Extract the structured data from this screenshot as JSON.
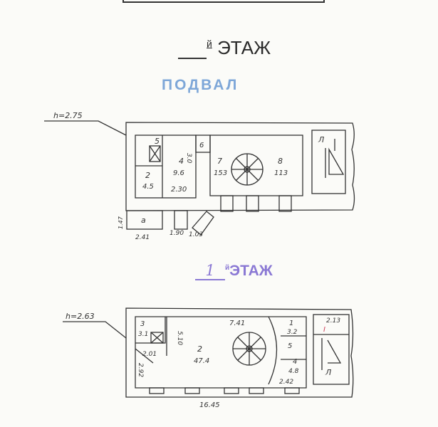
{
  "header": {
    "floor_blank_suffix": "й",
    "floor_word": "ЭТАЖ"
  },
  "basement": {
    "stamp": "ПОДВАЛ",
    "height_label": "h=2.75",
    "rooms": [
      {
        "number": "2",
        "area": "4.5"
      },
      {
        "number": "4",
        "area": "9.6"
      },
      {
        "number": "5"
      },
      {
        "number": "6"
      },
      {
        "number": "7",
        "area": "153"
      },
      {
        "number": "8",
        "area": "113"
      },
      {
        "number": "a"
      }
    ],
    "dims": [
      "2.30",
      "3.0",
      "2.41",
      "1.90",
      "1.03",
      "1.47"
    ],
    "stair_label": "Л"
  },
  "first_floor": {
    "stamp_number": "1",
    "stamp_suffix": "й",
    "stamp_word": "ЭТАЖ",
    "height_label": "h=2.63",
    "rooms": [
      {
        "number": "3",
        "area": "3.1"
      },
      {
        "number": "2",
        "area": "47.4"
      },
      {
        "number": "1",
        "area": "3.2"
      },
      {
        "number": "5"
      },
      {
        "number": "4",
        "area": "4.8"
      },
      {
        "number": "I"
      }
    ],
    "dims": [
      "7.41",
      "2.01",
      "2.92",
      "5.10",
      "2.42",
      "2.13",
      "16.45"
    ],
    "stair_label": "Л"
  }
}
